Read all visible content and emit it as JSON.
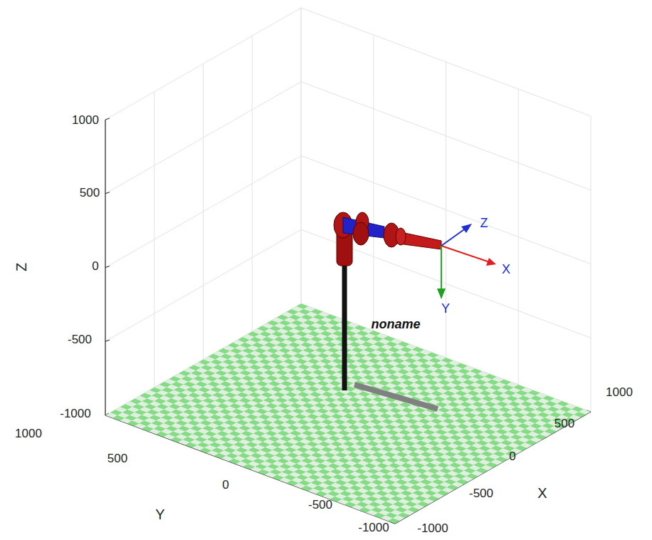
{
  "diagram": {
    "labels": [
      "1000",
      "500",
      "0",
      "-500",
      "-1000",
      "Z",
      "1000",
      "500",
      "0",
      "-500",
      "-1000",
      "Y",
      "-1000",
      "-500",
      "0",
      "500",
      "1000",
      "X",
      "Z",
      "X",
      "Y",
      "noname"
    ]
  }
}
